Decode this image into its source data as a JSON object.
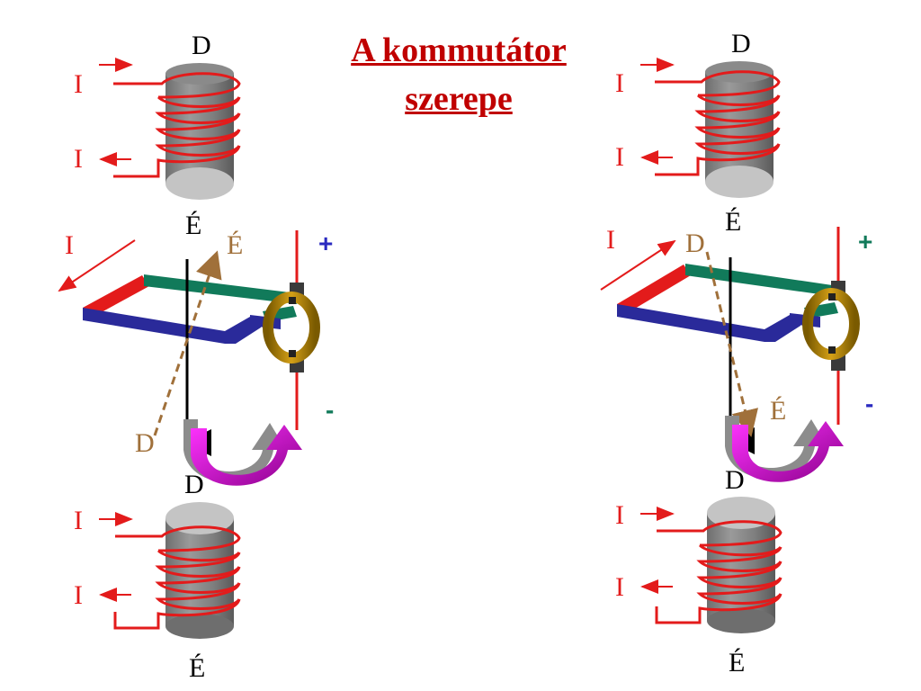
{
  "title": {
    "line1": "A kommutátor",
    "line2": "szerepe"
  },
  "colors": {
    "title": "#c00000",
    "current": "#e31b1b",
    "loop_blue": "#2a2a9a",
    "loop_green": "#117a5a",
    "field_dashed": "#a0703a",
    "rotation_arrow": "#cc00cc",
    "commutator_ring": "#b8860b",
    "pole_gray": "#8a8a8a"
  },
  "left": {
    "top_magnet": {
      "top_label": "D",
      "bottom_label": "É",
      "current_in": "I",
      "current_out": "I"
    },
    "loop": {
      "current_label": "I",
      "axis_top_label": "É",
      "axis_bottom_label": "D",
      "plus": "+",
      "minus": "-"
    },
    "bottom_magnet": {
      "top_label": "D",
      "bottom_label": "É",
      "current_in": "I",
      "current_out": "I"
    }
  },
  "right": {
    "top_magnet": {
      "top_label": "D",
      "bottom_label": "É",
      "current_in": "I",
      "current_out": "I"
    },
    "loop": {
      "current_label": "I",
      "axis_top_label": "D",
      "axis_bottom_label": "É",
      "plus": "+",
      "minus": "-"
    },
    "bottom_magnet": {
      "top_label": "D",
      "bottom_label": "É",
      "current_in": "I",
      "current_out": "I"
    }
  }
}
